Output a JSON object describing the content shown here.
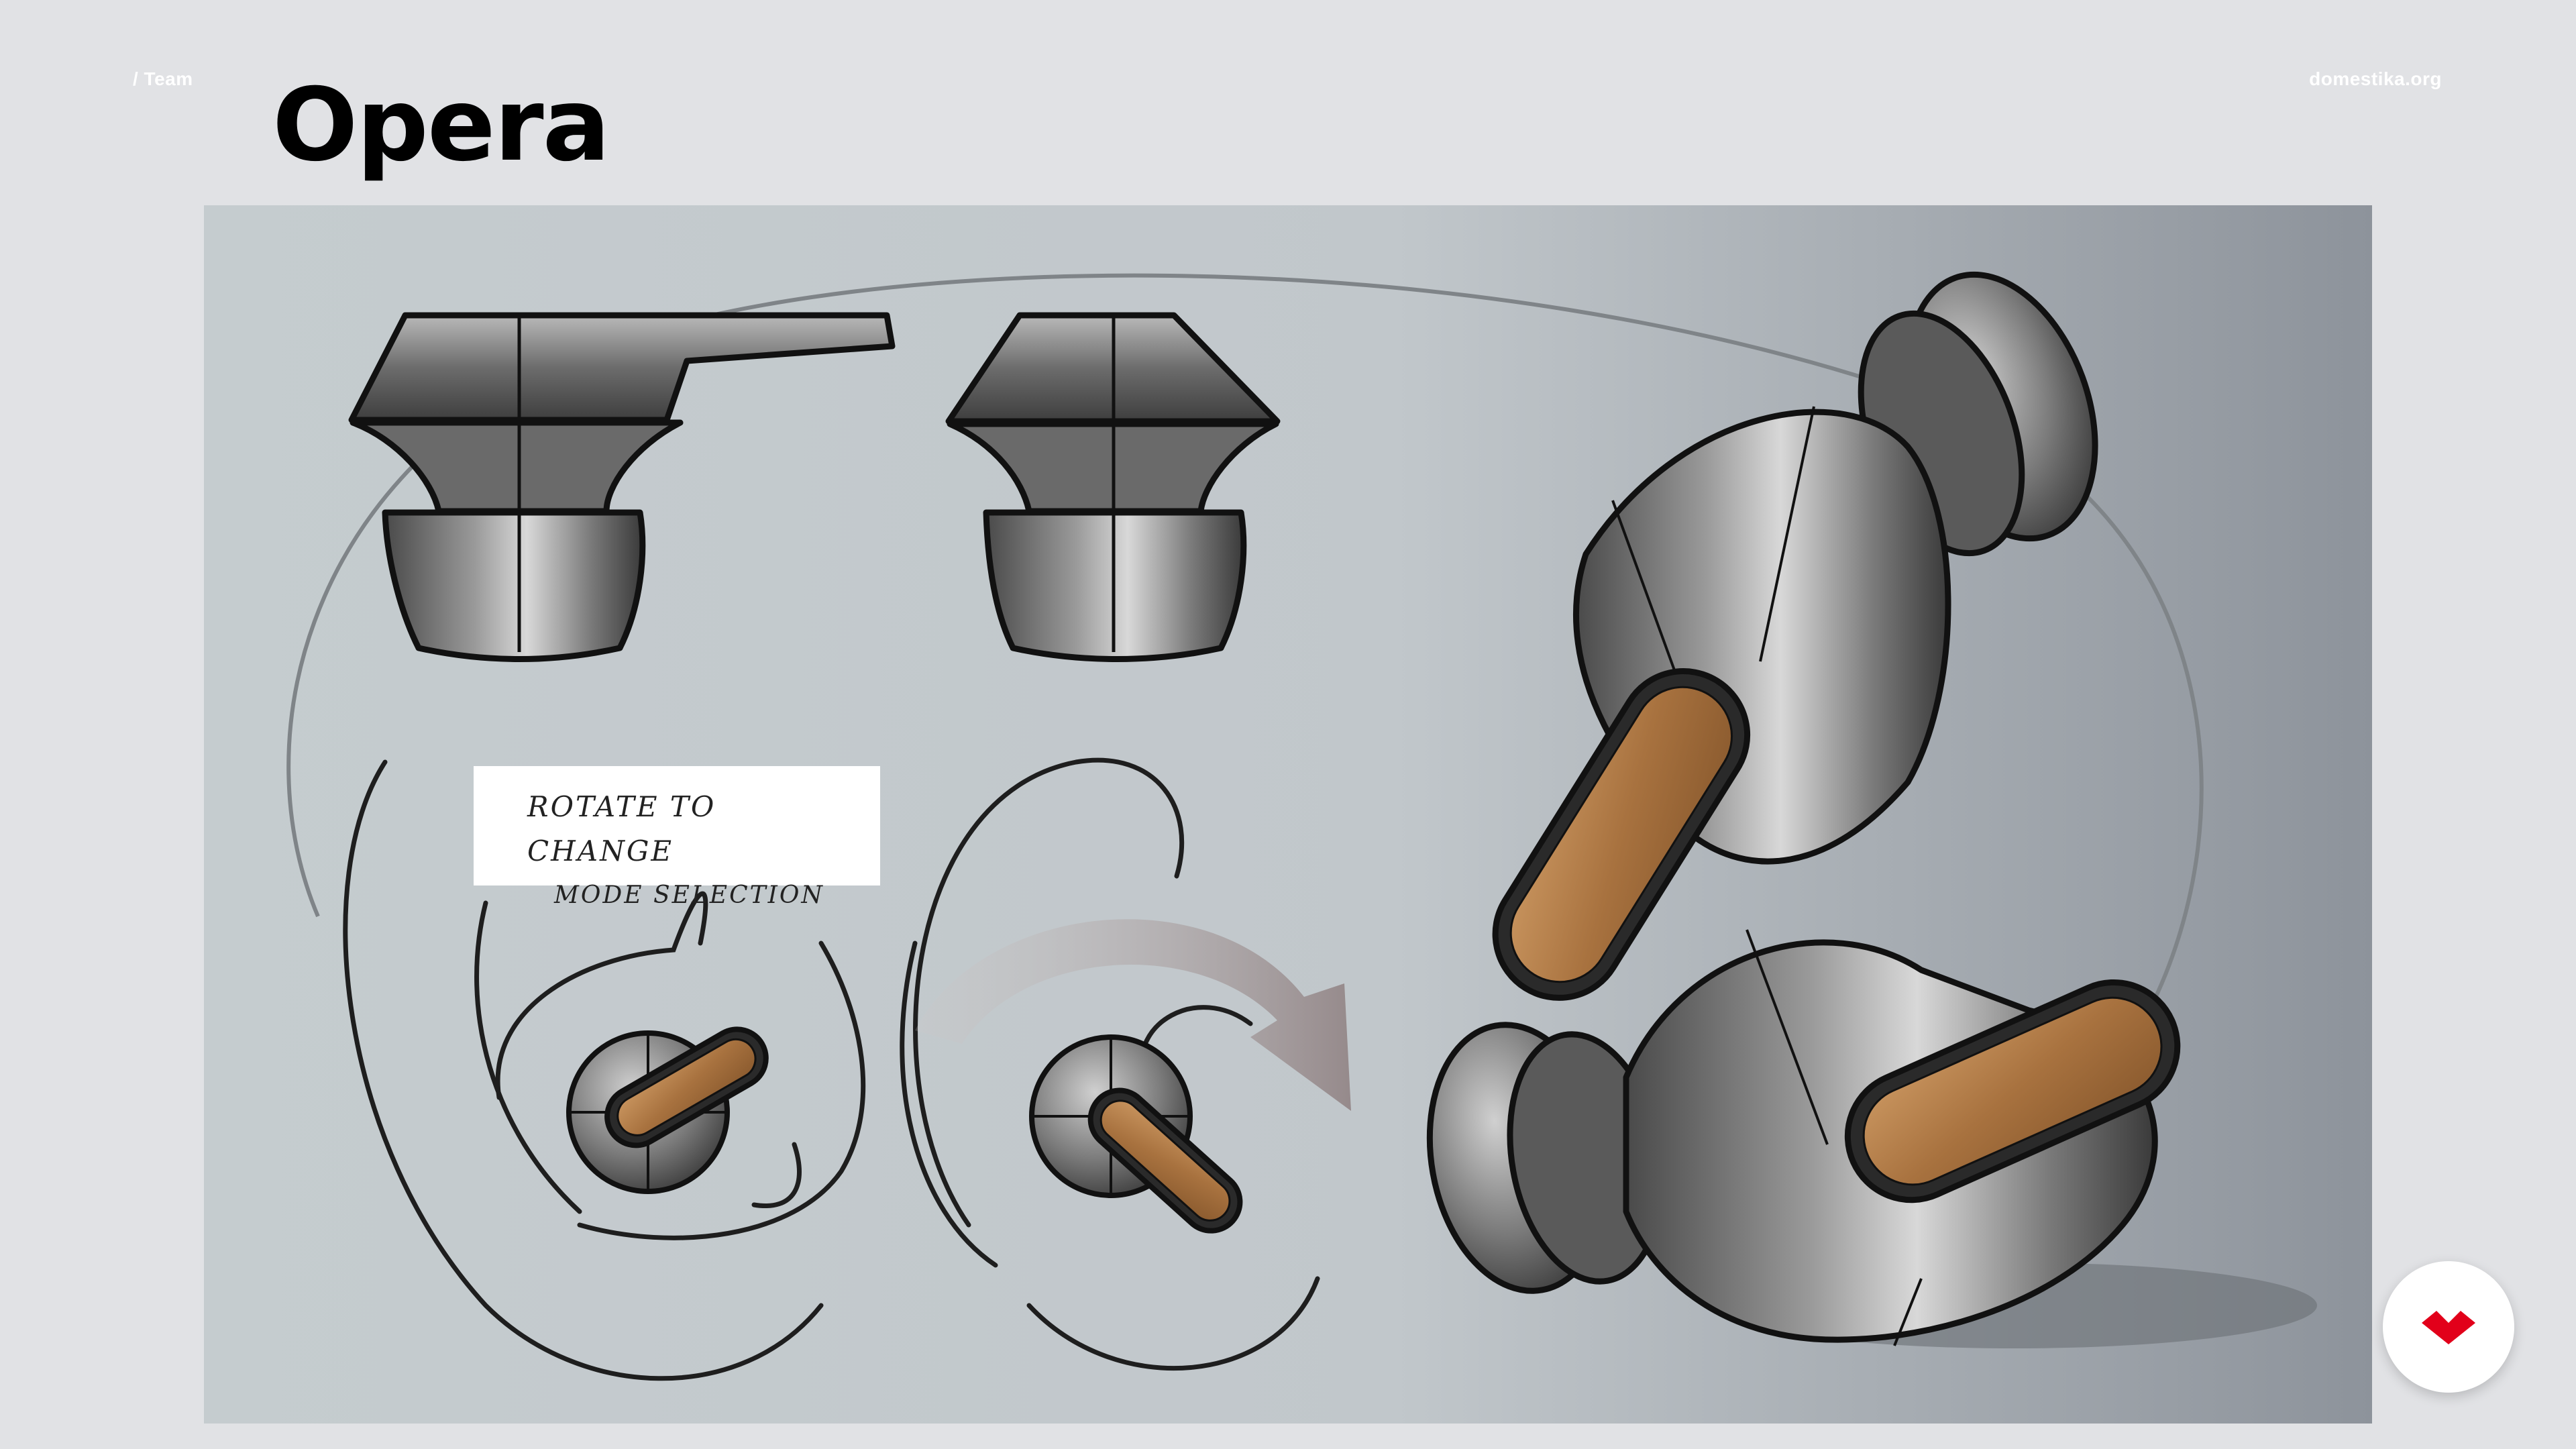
{
  "header": {
    "breadcrumb": "/ Team",
    "site": "domestika.org"
  },
  "slide": {
    "title": "Opera",
    "note_line1": "Rotate to change",
    "note_line2": "mode selection"
  },
  "icons": {
    "brand_logo": "domestika-logo-icon"
  },
  "colors": {
    "page_bg": "#e1e2e5",
    "brand_red": "#e2001a",
    "wood": "#b17b47"
  }
}
